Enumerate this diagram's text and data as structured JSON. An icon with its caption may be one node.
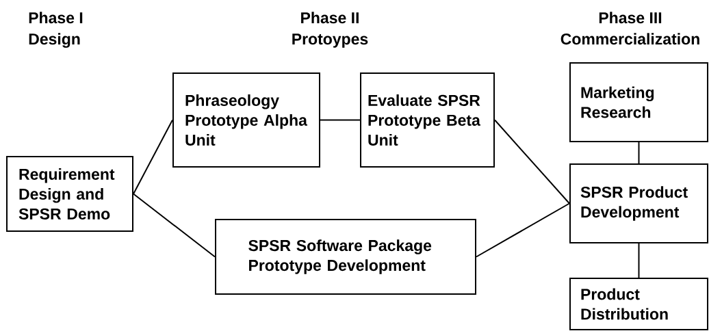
{
  "diagram": {
    "nodes": [
      {
        "text": [
          "Requirement Design and SPSR Demo"
        ]
      },
      {
        "text": [
          "Phraseology Prototype Alpha Unit"
        ]
      },
      {
        "text": [
          "Evaluate SPSR Prototype Beta Unit"
        ]
      },
      {
        "text": [
          "SPSR Software Package Prototype Development"
        ]
      },
      {
        "text": [
          "Marketing Research"
        ]
      },
      {
        "text": [
          "SPSR Product Development"
        ]
      },
      {
        "text": [
          "Product Distribution"
        ]
      }
    ],
    "edges": [
      {
        "from": 0,
        "to": 1,
        "arrow": "none"
      },
      {
        "from": 0,
        "to": 3,
        "arrow": "none"
      },
      {
        "from": 1,
        "to": 2,
        "arrow": "none"
      },
      {
        "from": 2,
        "to": 5,
        "arrow": "none"
      },
      {
        "from": 3,
        "to": 5,
        "arrow": "none"
      },
      {
        "from": 4,
        "to": 5,
        "arrow": "none"
      },
      {
        "from": 5,
        "to": 6,
        "arrow": "none"
      }
    ],
    "labels": [
      "Phase I",
      "Design",
      "Phase II",
      "Protoypes",
      "Phase III",
      "Commercialization"
    ]
  }
}
